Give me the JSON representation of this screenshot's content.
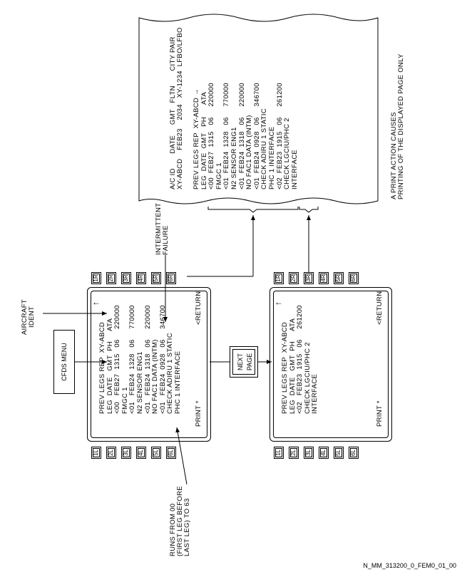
{
  "labels": {
    "aircraft_ident": "AIRCRAFT\nIDENT",
    "cfds_menu": "CFDS MENU",
    "intermittent_failure": "INTERMITTENT\nFAILURE",
    "runs_from": "RUNS FROM 00\n(FIRST LEG BEFORE\nLAST LEG) TO 63",
    "next_page": "NEXT\nPAGE",
    "print_note": "A PRINT ACTION CAUSES\nPRINTING OF THE DISPLAYED PAGE ONLY",
    "figure_id": "N_MM_313200_0_FEM0_01_00"
  },
  "screen1": {
    "lines": [
      "PREV LEGS REP  XY-ABCD",
      "LEG  DATE   GMT  PH     ATA",
      "<00   FEB27  1315   06     220000",
      "FMGC 1",
      "<01   FEB24  1328   06     770000",
      "N2 SENSOR ENG1",
      "<01   FEB24  1318   06     220000",
      "NO FAC1 DATA (INTM)",
      "<01   FEB24  0928   06     346700",
      "CHECK ADIRU 1 STATIC",
      "PHC 1 INTERFACE"
    ],
    "return": "<RETURN",
    "print": "PRINT *",
    "arrow": "↑"
  },
  "screen2": {
    "lines": [
      "PREV LEGS REP  XY-ABCD",
      "LEG  DATE   GMT  PH     ATA",
      "<02   FEB23  1915   06     261200",
      "CHECK LGCIU/PHC 2",
      "INTERFACE"
    ],
    "return": "<RETURN",
    "print": "PRINT *",
    "arrow": "↑"
  },
  "left_keys": [
    "1L",
    "2L",
    "3L",
    "4L",
    "5L",
    "6L"
  ],
  "right_keys": [
    "1R",
    "2R",
    "3R",
    "4R",
    "5R",
    "6R"
  ],
  "printout": {
    "header": "A/C ID       DATE     GMT   FLTN       CITY PAIR",
    "header_values": "XY-ABCD    FEB23    2034   XY-1234  LFBO/LFBO",
    "lines": [
      "PREV LEGS REP  XY-ABCD →",
      "LEG  DATE  GMT   PH      ATA",
      "<00  FEB27  1315   06     220000",
      "FMGC 1",
      "<01  FEB24  1328   06     770000",
      "N2 SENSOR ENG1",
      "<01  FEB24  1318   06     220000",
      "NO FAC1 DATA (INTM)",
      "<01  FEB24  0928   06     346700",
      "CHECK ADIRU 1 STATIC",
      "PHC 1 INTERFACE",
      "<02  FEB23  1915   06     261200",
      "CHECK LGCIU/PHC 2",
      "INTERFACE"
    ]
  }
}
